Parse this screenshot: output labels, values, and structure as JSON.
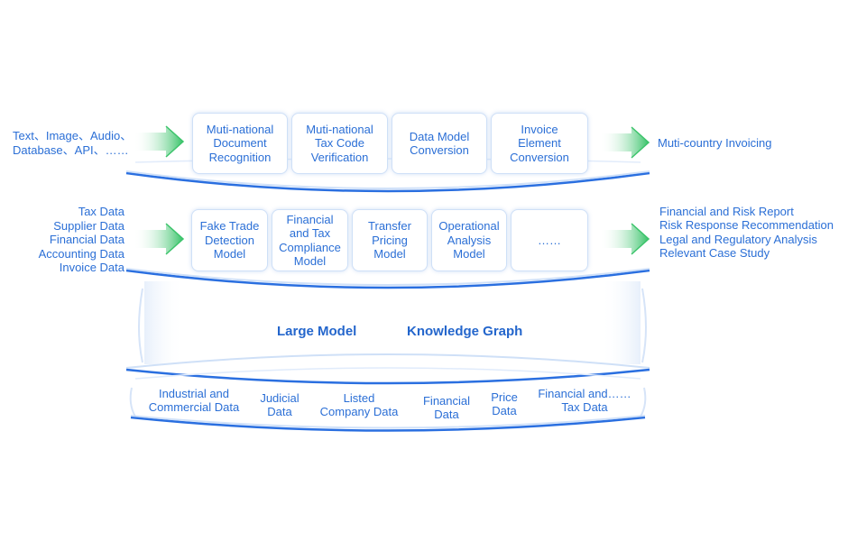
{
  "top_layer": {
    "inputs": [
      "Text、Image、Audio、",
      "Database、API、……"
    ],
    "boxes": [
      "Muti-national\nDocument\nRecognition",
      "Muti-national\nTax Code\nVerification",
      "Data Model\nConversion",
      "Invoice\nElement\nConversion"
    ],
    "output": "Muti-country Invoicing"
  },
  "middle_layer": {
    "inputs": [
      "Tax Data",
      "Supplier Data",
      "Financial Data",
      "Accounting Data",
      "Invoice Data"
    ],
    "boxes": [
      "Fake Trade\nDetection\nModel",
      "Financial\nand Tax\nCompliance\nModel",
      "Transfer\nPricing\nModel",
      "Operational\nAnalysis\nModel",
      "……"
    ],
    "outputs": [
      "Financial and Risk Report",
      "Risk Response Recommendation",
      "Legal and Regulatory Analysis",
      "Relevant Case Study"
    ]
  },
  "core": {
    "large_model": "Large Model",
    "knowledge_graph": "Knowledge Graph"
  },
  "base_layer": {
    "sources": [
      "Industrial and\nCommercial Data",
      "Judicial\nData",
      "Listed\nCompany Data",
      "Financial\nData",
      "Price\nData",
      "Financial and……\nTax Data"
    ]
  },
  "colors": {
    "text": "#2b6fd6",
    "ring": "#2a6fe0",
    "arrow": "#3cc46b"
  }
}
